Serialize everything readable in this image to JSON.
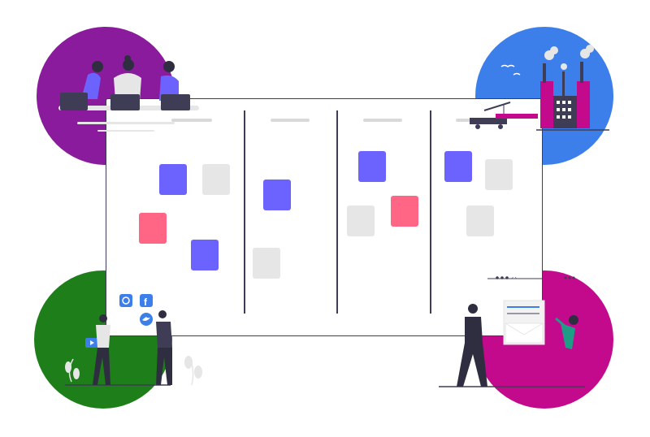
{
  "colors": {
    "purple_blob": "#8a1b9c",
    "blue_blob": "#3d7fea",
    "green_blob": "#1e7f1a",
    "magenta_blob": "#c30a8c",
    "card_purple": "#6c63ff",
    "card_pink": "#ff6584",
    "card_gray": "#e6e6e6",
    "board_outline": "#3f3d56",
    "header_line": "#d9d9d9"
  },
  "board": {
    "columns": [
      {
        "cards": [
          "purple",
          "gray",
          "pink",
          "purple"
        ]
      },
      {
        "cards": [
          "purple",
          "gray"
        ]
      },
      {
        "cards": [
          "purple",
          "pink",
          "gray"
        ]
      },
      {
        "cards": [
          "purple",
          "gray",
          "gray"
        ]
      }
    ]
  },
  "icons": [
    "instagram-icon",
    "facebook-icon",
    "twitter-icon",
    "youtube-icon"
  ]
}
